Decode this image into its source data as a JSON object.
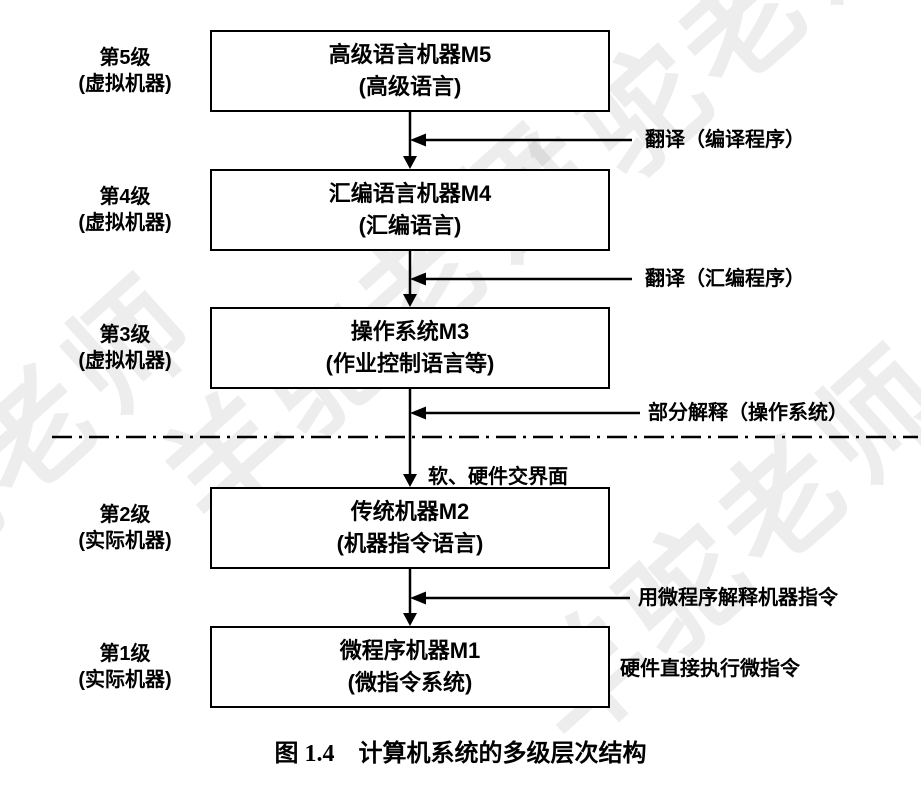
{
  "watermark": {
    "text": "羊驼老师"
  },
  "diagram": {
    "levels": [
      {
        "tier": "第5级",
        "tier_type": "(虚拟机器)",
        "machine": "高级语言机器M5",
        "language": "(高级语言)"
      },
      {
        "tier": "第4级",
        "tier_type": "(虚拟机器)",
        "machine": "汇编语言机器M4",
        "language": "(汇编语言)"
      },
      {
        "tier": "第3级",
        "tier_type": "(虚拟机器)",
        "machine": "操作系统M3",
        "language": "(作业控制语言等)"
      },
      {
        "tier": "第2级",
        "tier_type": "(实际机器)",
        "machine": "传统机器M2",
        "language": "(机器指令语言)"
      },
      {
        "tier": "第1级",
        "tier_type": "(实际机器)",
        "machine": "微程序机器M1",
        "language": "(微指令系统)"
      }
    ],
    "connectors": [
      {
        "label": "翻译（编译程序）"
      },
      {
        "label": "翻译（汇编程序）"
      },
      {
        "label": "部分解释（操作系统）"
      },
      {
        "label": "用微程序解释机器指令"
      }
    ],
    "interface_label": "软、硬件交界面",
    "hardware_exec_label": "硬件直接执行微指令",
    "caption": "图 1.4　计算机系统的多级层次结构"
  },
  "colors": {
    "line": "#000000",
    "text": "#000000",
    "background": "#ffffff",
    "watermark": "rgba(0,0,0,0.07)"
  }
}
